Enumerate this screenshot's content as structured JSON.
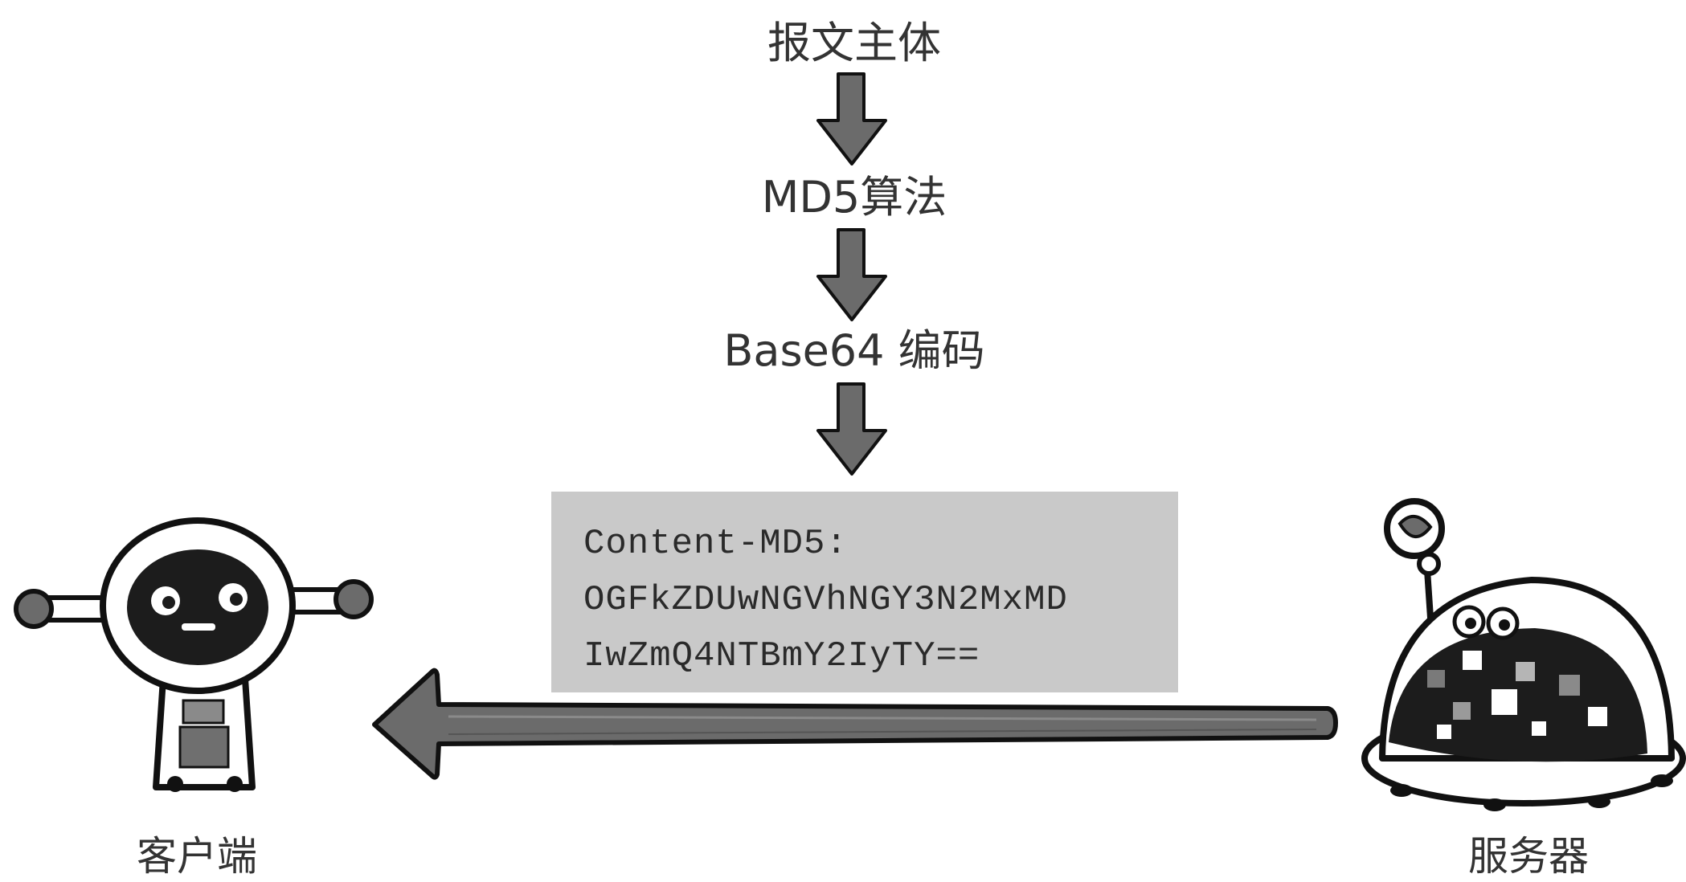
{
  "steps": {
    "body": "报文主体",
    "md5": "MD5算法",
    "base64": "Base64 编码"
  },
  "header": {
    "line1": "Content-MD5:",
    "line2": "OGFkZDUwNGVhNGY3N2MxMD",
    "line3": "IwZmQ4NTBmY2IyTY=="
  },
  "client": {
    "label": "客户端"
  },
  "server": {
    "label": "服务器"
  },
  "colors": {
    "arrow_fill": "#6b6b6b",
    "arrow_outline": "#111111",
    "header_box": "#c9c9c9",
    "text": "#333333"
  }
}
